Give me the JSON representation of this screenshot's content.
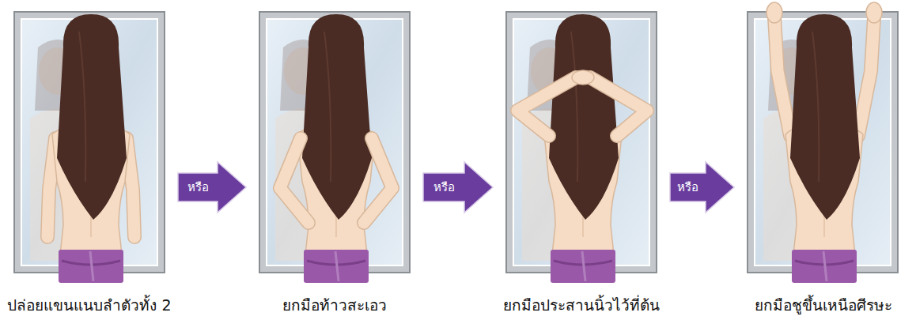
{
  "diagram": {
    "nodes": [
      {
        "text": [
          "ปล่อยแขนแนบลำตัวทั้ง 2"
        ]
      },
      {
        "text": [
          "ยกมือท้าวสะเอว"
        ]
      },
      {
        "text": [
          "ยกมือประสานนิ้วไว้ที่ต้น"
        ]
      },
      {
        "text": [
          "ยกมือชูขึ้นเหนือศีรษะ"
        ]
      }
    ],
    "edges": [
      {
        "from": 0,
        "to": 1,
        "arrow": "to",
        "label": "หรือ"
      },
      {
        "from": 1,
        "to": 2,
        "arrow": "to",
        "label": "หรือ"
      },
      {
        "from": 2,
        "to": 3,
        "arrow": "to",
        "label": "หรือ"
      }
    ]
  }
}
